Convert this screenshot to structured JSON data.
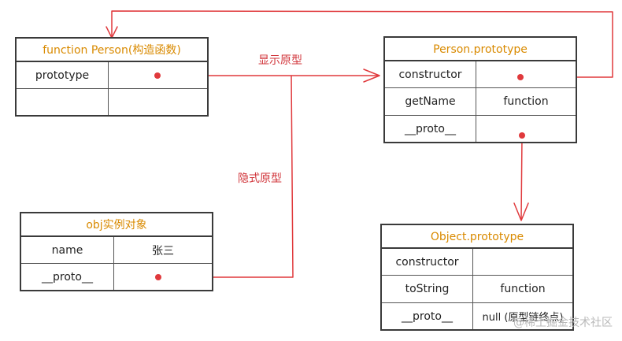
{
  "colors": {
    "title": "#d98a00",
    "pointer": "#e0393c",
    "border": "#3a3a3a"
  },
  "person_fn": {
    "title": "function Person(构造函数)",
    "rows": [
      {
        "key": "prototype",
        "value": ""
      },
      {
        "key": "",
        "value": ""
      }
    ]
  },
  "person_proto": {
    "title": "Person.prototype",
    "rows": [
      {
        "key": "constructor",
        "value": ""
      },
      {
        "key": "getName",
        "value": "function"
      },
      {
        "key": "__proto__",
        "value": ""
      }
    ]
  },
  "obj": {
    "title": "obj实例对象",
    "rows": [
      {
        "key": "name",
        "value": "张三"
      },
      {
        "key": "__proto__",
        "value": ""
      }
    ]
  },
  "object_proto": {
    "title": "Object.prototype",
    "rows": [
      {
        "key": "constructor",
        "value": ""
      },
      {
        "key": "toString",
        "value": "function"
      },
      {
        "key": "__proto__",
        "value": "null (原型链终点)"
      }
    ]
  },
  "labels": {
    "explicit": "显示原型",
    "implicit": "隐式原型"
  },
  "watermark": "@稀土掘金技术社区"
}
